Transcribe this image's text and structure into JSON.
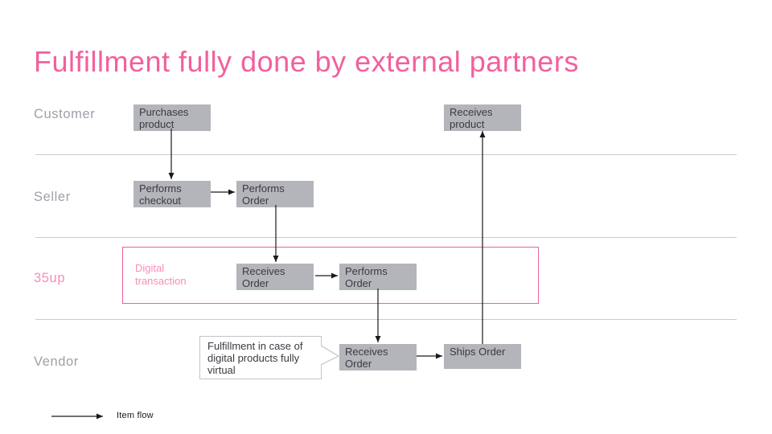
{
  "title": "Fulfillment fully done by external partners",
  "lanes": [
    {
      "label": "Customer"
    },
    {
      "label": "Seller"
    },
    {
      "label": "35up"
    },
    {
      "label": "Vendor"
    }
  ],
  "nodes": [
    {
      "lane": "Customer",
      "label": "Purchases product"
    },
    {
      "lane": "Customer",
      "label": "Receives product"
    },
    {
      "lane": "Seller",
      "label": "Performs checkout"
    },
    {
      "lane": "Seller",
      "label": "Performs Order"
    },
    {
      "lane": "35up",
      "label": "Receives Order"
    },
    {
      "lane": "35up",
      "label": "Performs Order"
    },
    {
      "lane": "Vendor",
      "label": "Receives Order"
    },
    {
      "lane": "Vendor",
      "label": "Ships Order"
    }
  ],
  "container": {
    "label": "Digital transaction"
  },
  "callout": {
    "text": "Fulfillment in case of digital products fully virtual"
  },
  "legend": {
    "arrow_label": "Item flow"
  },
  "colors": {
    "title_pink": "#f2609e",
    "light_pink": "#f78db9",
    "container_border_pink": "#ee5fa0",
    "node_fill": "#b4b4bb",
    "node_text": "#3a3a40",
    "lane_label_gray": "#9fa0a8",
    "divider_gray": "#cacace",
    "arrow_black": "#1a1a1a",
    "callout_border": "#c4c4ca"
  }
}
